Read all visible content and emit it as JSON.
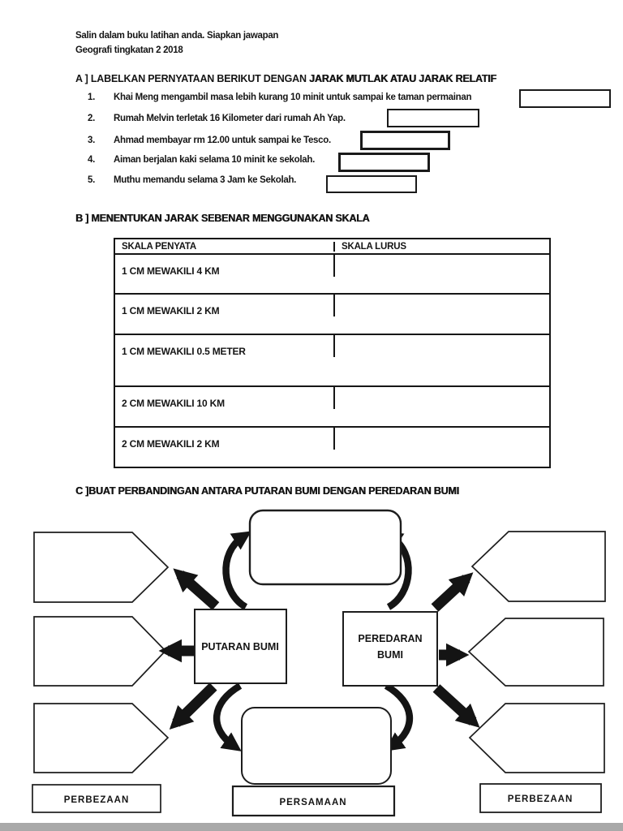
{
  "colors": {
    "page_bg": "#ffffff",
    "ink": "#151515",
    "footer_strip": "#a9a9a9"
  },
  "header": {
    "line1": "Salin dalam buku latihan anda. Siapkan jawapan",
    "line2": "Geografi tingkatan 2 2018"
  },
  "section_a": {
    "heading_part1": "A ] LABELKAN PERNYATAAN BERIKUT DENGAN ",
    "heading_part2": "JARAK MUTLAK ATAU JARAK RELATIF",
    "items": [
      {
        "num": "1.",
        "text": "Khai Meng mengambil masa lebih kurang 10 minit untuk sampai ke taman permainan"
      },
      {
        "num": "2.",
        "text": "Rumah Melvin terletak 16 Kilometer dari rumah Ah Yap."
      },
      {
        "num": "3.",
        "text": "Ahmad membayar rm 12.00 untuk sampai ke Tesco."
      },
      {
        "num": "4.",
        "text": "Aiman berjalan kaki selama 10 minit ke sekolah."
      },
      {
        "num": "5.",
        "text": "Muthu memandu selama 3 Jam ke Sekolah."
      }
    ]
  },
  "section_b": {
    "heading": "B ] MENENTUKAN JARAK SEBENAR MENGGUNAKAN SKALA",
    "table": {
      "headers": [
        "SKALA PENYATA",
        "SKALA LURUS"
      ],
      "rows": [
        "1 CM MEWAKILI 4 KM",
        "1 CM MEWAKILI 2 KM",
        "1 CM MEWAKILI 0.5 METER",
        "2 CM MEWAKILI 10 KM",
        "2 CM MEWAKILI 2 KM"
      ]
    }
  },
  "section_c": {
    "heading": "C ]BUAT PERBANDINGAN ANTARA PUTARAN BUMI DENGAN PEREDARAN BUMI",
    "diagram": {
      "left_center_box": "PUTARAN BUMI",
      "right_center_box_line1": "PEREDARAN",
      "right_center_box_line2": "BUMI",
      "bottom_left_label": "PERBEZAAN",
      "bottom_center_label": "PERSAMAAN",
      "bottom_right_label": "PERBEZAAN"
    }
  }
}
